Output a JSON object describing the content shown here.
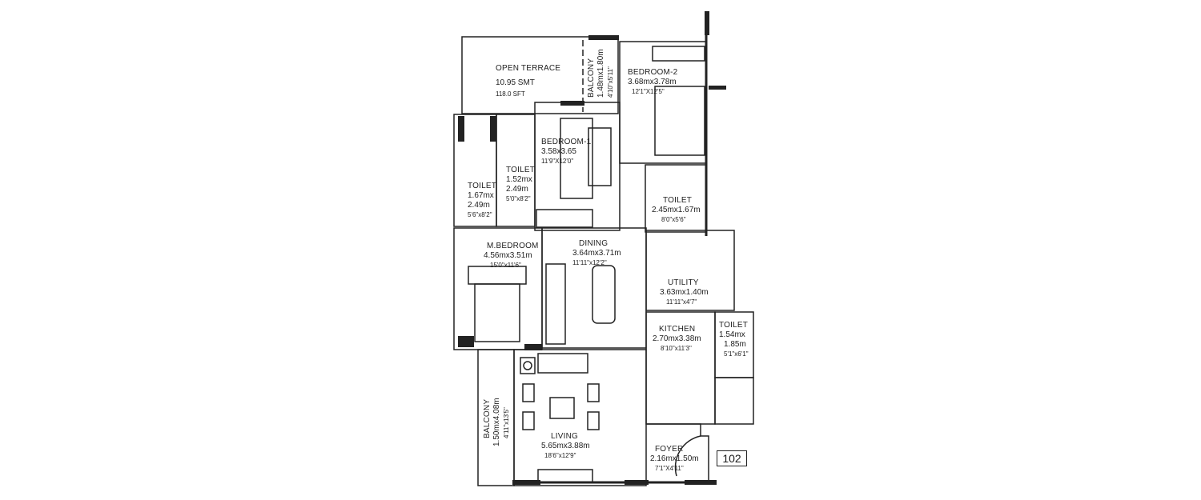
{
  "floor_plan": {
    "unit_number": "102",
    "rooms": [
      {
        "id": "open-terrace",
        "name": "OPEN TERRACE",
        "size_metric": "10.95 SMT",
        "size_imperial": "118.0 SFT"
      },
      {
        "id": "balcony-top",
        "name": "BALCONY",
        "size_metric": "1.48mx1.80m",
        "size_imperial": "4'10\"x5'11\""
      },
      {
        "id": "bedroom-2",
        "name": "BEDROOM-2",
        "size_metric": "3.68mx3.78m",
        "size_imperial": "12'1\"X12'5\""
      },
      {
        "id": "bedroom-1",
        "name": "BEDROOM-1",
        "size_metric": "3.58x3.65",
        "size_imperial": "11'9\"X12'0\""
      },
      {
        "id": "toilet-a",
        "name": "TOILET",
        "size_metric": "1.67mx",
        "size_metric_2": "2.49m",
        "size_imperial": "5'6\"x8'2\""
      },
      {
        "id": "toilet-b",
        "name": "TOILET",
        "size_metric": "1.52mx",
        "size_metric_2": "2.49m",
        "size_imperial": "5'0\"x8'2\""
      },
      {
        "id": "toilet-c",
        "name": "TOILET",
        "size_metric": "2.45mx1.67m",
        "size_imperial": "8'0\"x5'6\""
      },
      {
        "id": "m-bedroom",
        "name": "M.BEDROOM",
        "size_metric": "4.56mx3.51m",
        "size_imperial": "15'0\"x11'6\""
      },
      {
        "id": "dining",
        "name": "DINING",
        "size_metric": "3.64mx3.71m",
        "size_imperial": "11'11\"x12'2\""
      },
      {
        "id": "utility",
        "name": "UTILITY",
        "size_metric": "3.63mx1.40m",
        "size_imperial": "11'11\"x4'7\""
      },
      {
        "id": "kitchen",
        "name": "KITCHEN",
        "size_metric": "2.70mx3.38m",
        "size_imperial": "8'10\"x11'3\""
      },
      {
        "id": "toilet-d",
        "name": "TOILET",
        "size_metric": "1.54mx",
        "size_metric_2": "1.85m",
        "size_imperial": "5'1\"x6'1\""
      },
      {
        "id": "balcony-left",
        "name": "BALCONY",
        "size_metric": "1.50mx4.08m",
        "size_imperial": "4'11\"x13'5\""
      },
      {
        "id": "living",
        "name": "LIVING",
        "size_metric": "5.65mx3.88m",
        "size_imperial": "18'6\"x12'9\""
      },
      {
        "id": "foyer",
        "name": "FOYER",
        "size_metric": "2.16mx1.50m",
        "size_imperial": "7'1\"X4'11\""
      }
    ]
  }
}
